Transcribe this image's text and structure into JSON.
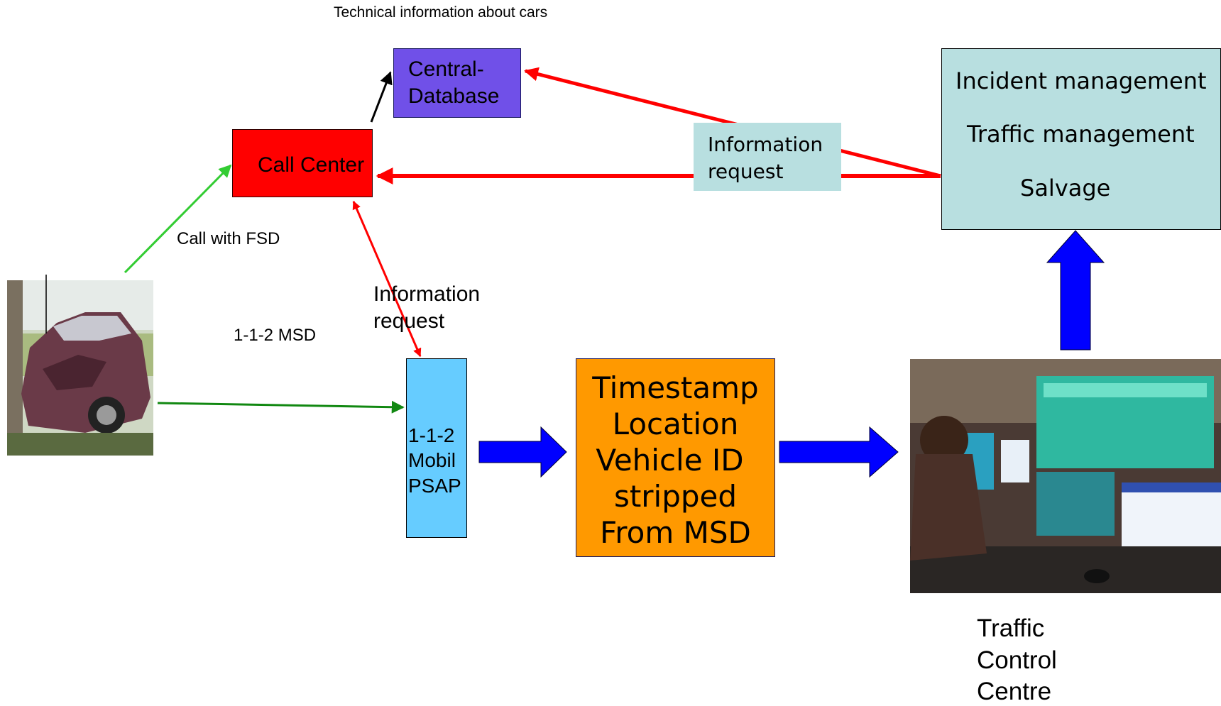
{
  "diagram": {
    "technical_info_label": "Technical information about cars",
    "central_database": {
      "line1": "Central-",
      "line2": "Database"
    },
    "call_center": "Call Center",
    "call_with_fsd": "Call with FSD",
    "msd_label": "1-1-2 MSD",
    "info_request_red": {
      "line1": "Information",
      "line2": "request"
    },
    "info_request_box": {
      "line1": "Information",
      "line2": "request"
    },
    "psap": {
      "line1": "1-1-2",
      "line2": "Mobil",
      "line3": "PSAP"
    },
    "msd_box": {
      "line1": "Timestamp",
      "line2": "Location",
      "line3": "Vehicle ID",
      "line4": "stripped",
      "line5": "From MSD"
    },
    "management": {
      "line1": "Incident management",
      "line2": "Traffic management",
      "line3": "Salvage"
    },
    "tcc_label": {
      "line1": "Traffic",
      "line2": "Control",
      "line3": "Centre"
    }
  },
  "colors": {
    "central_database": "#7050e8",
    "call_center": "#ff0000",
    "psap": "#66ccff",
    "msd_box": "#ff9900",
    "info_box": "#b8dfe0",
    "management": "#b8dfe0",
    "red_arrow": "#ff0000",
    "green_light": "#33cc33",
    "green_dark": "#118811",
    "blue_arrow": "#0000ff"
  }
}
